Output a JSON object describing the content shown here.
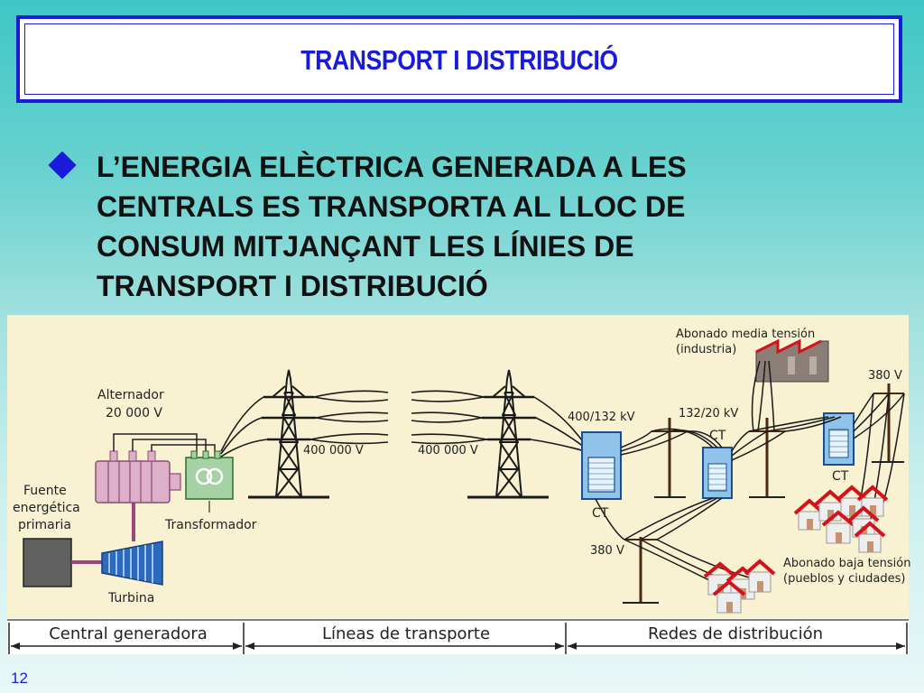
{
  "slide": {
    "title": "TRANSPORT I DISTRIBUCIÓ",
    "body": "L’ENERGIA ELÈCTRICA GENERADA A LES CENTRALS ES TRANSPORTA AL LLOC DE CONSUM MITJANÇANT LES LÍNIES DE TRANSPORT I DISTRIBUCIÓ",
    "page_number": "12"
  },
  "diagram": {
    "labels": {
      "alternador": "Alternador",
      "alternador_v": "20 000 V",
      "fuente_1": "Fuente",
      "fuente_2": "energética",
      "fuente_3": "primaria",
      "transformador": "Transformador",
      "turbina": "Turbina",
      "line_v1": "400 000 V",
      "line_v2": "400 000 V",
      "sub1_kv": "400/132 kV",
      "sub2_kv": "132/20 kV",
      "ct1": "CT",
      "ct2": "CT",
      "ct3": "CT",
      "v380_a": "380 V",
      "v380_b": "380 V",
      "media_1": "Abonado media tensión",
      "media_2": "(industria)",
      "baja_1": "Abonado baja tensión",
      "baja_2": "(pueblos y ciudades)"
    },
    "sections": {
      "central": "Central generadora",
      "lineas": "Líneas de transporte",
      "redes": "Redes de distribución"
    },
    "colors": {
      "title_blue": "#1a1adb",
      "diagram_bg": "#f8f1d2",
      "house_red": "#d5121c",
      "tower": "#1a1a1a"
    }
  }
}
